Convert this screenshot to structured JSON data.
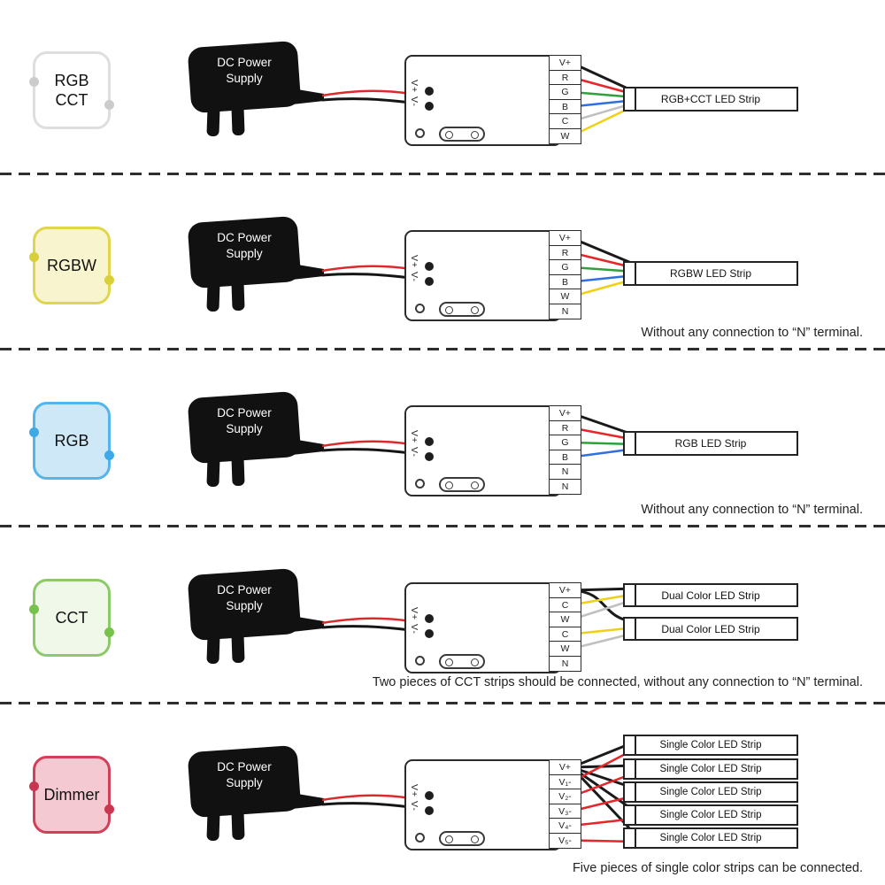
{
  "shared": {
    "psu_label": "DC Power Supply",
    "controller_input_label": "V+ V-"
  },
  "rows": [
    {
      "mode": {
        "label": "RGB\nCCT"
      },
      "icon_colors": {
        "fill": "#ffffff",
        "border": "#dedede",
        "dot": "#cccccc"
      },
      "terminals": [
        "V+",
        "R",
        "G",
        "B",
        "C",
        "W"
      ],
      "strips": [
        {
          "label": "RGB+CCT LED Strip"
        }
      ],
      "wires": [
        {
          "terminal": "V+",
          "color": "#1a1a1a",
          "to": "RGB+CCT LED Strip"
        },
        {
          "terminal": "R",
          "color": "#e5262b",
          "to": "RGB+CCT LED Strip"
        },
        {
          "terminal": "G",
          "color": "#2fa13c",
          "to": "RGB+CCT LED Strip"
        },
        {
          "terminal": "B",
          "color": "#2f6fe0",
          "to": "RGB+CCT LED Strip"
        },
        {
          "terminal": "C",
          "color": "#c0c0c0",
          "to": "RGB+CCT LED Strip"
        },
        {
          "terminal": "W",
          "color": "#eed117",
          "to": "RGB+CCT LED Strip"
        }
      ],
      "note": ""
    },
    {
      "mode": {
        "label": "RGBW"
      },
      "icon_colors": {
        "fill": "#f8f4cd",
        "border": "#e0d64d",
        "dot": "#d9cf3a"
      },
      "terminals": [
        "V+",
        "R",
        "G",
        "B",
        "W",
        "N"
      ],
      "strips": [
        {
          "label": "RGBW LED Strip"
        }
      ],
      "wires": [
        {
          "terminal": "V+",
          "color": "#1a1a1a",
          "to": "RGBW LED Strip"
        },
        {
          "terminal": "R",
          "color": "#e5262b",
          "to": "RGBW LED Strip"
        },
        {
          "terminal": "G",
          "color": "#2fa13c",
          "to": "RGBW LED Strip"
        },
        {
          "terminal": "B",
          "color": "#2f6fe0",
          "to": "RGBW LED Strip"
        },
        {
          "terminal": "W",
          "color": "#eed117",
          "to": "RGBW LED Strip"
        },
        {
          "terminal": "N",
          "color": "none",
          "to": "not connected"
        }
      ],
      "note": "Without any connection to “N” terminal."
    },
    {
      "mode": {
        "label": "RGB"
      },
      "icon_colors": {
        "fill": "#cfe8f8",
        "border": "#55b4e9",
        "dot": "#3ea9e7"
      },
      "terminals": [
        "V+",
        "R",
        "G",
        "B",
        "N",
        "N"
      ],
      "strips": [
        {
          "label": "RGB LED Strip"
        }
      ],
      "wires": [
        {
          "terminal": "V+",
          "color": "#1a1a1a",
          "to": "RGB LED Strip"
        },
        {
          "terminal": "R",
          "color": "#e5262b",
          "to": "RGB LED Strip"
        },
        {
          "terminal": "G",
          "color": "#2fa13c",
          "to": "RGB LED Strip"
        },
        {
          "terminal": "B",
          "color": "#2f6fe0",
          "to": "RGB LED Strip"
        },
        {
          "terminal": "N",
          "color": "none",
          "to": "not connected"
        },
        {
          "terminal": "N",
          "color": "none",
          "to": "not connected"
        }
      ],
      "note": "Without any connection to “N” terminal."
    },
    {
      "mode": {
        "label": "CCT"
      },
      "icon_colors": {
        "fill": "#f0f8ea",
        "border": "#8cc968",
        "dot": "#77c24c"
      },
      "terminals": [
        "V+",
        "C",
        "W",
        "C",
        "W",
        "N"
      ],
      "strips": [
        {
          "label": "Dual Color LED Strip"
        },
        {
          "label": "Dual Color LED Strip"
        }
      ],
      "wires": [
        {
          "terminal": "V+",
          "color": "#1a1a1a",
          "to": "both Dual Color LED Strips"
        },
        {
          "terminal": "C",
          "color": "#eed117",
          "to": "Dual Color LED Strip 1"
        },
        {
          "terminal": "W",
          "color": "#c0c0c0",
          "to": "Dual Color LED Strip 1"
        },
        {
          "terminal": "C",
          "color": "#eed117",
          "to": "Dual Color LED Strip 2"
        },
        {
          "terminal": "W",
          "color": "#c0c0c0",
          "to": "Dual Color LED Strip 2"
        },
        {
          "terminal": "N",
          "color": "none",
          "to": "not connected"
        }
      ],
      "note": "Two pieces of CCT strips should be connected, without any connection to “N” terminal."
    },
    {
      "mode": {
        "label": "Dimmer"
      },
      "icon_colors": {
        "fill": "#f5c9d2",
        "border": "#d04058",
        "dot": "#c93650"
      },
      "terminals": [
        "V+",
        "V₁-",
        "V₂-",
        "V₃-",
        "V₄-",
        "V₅-"
      ],
      "strips": [
        {
          "label": "Single Color LED Strip"
        },
        {
          "label": "Single Color LED Strip"
        },
        {
          "label": "Single Color LED Strip"
        },
        {
          "label": "Single Color LED Strip"
        },
        {
          "label": "Single Color LED Strip"
        }
      ],
      "wires": [
        {
          "terminal": "V+",
          "color": "#1a1a1a",
          "to": "all five Single Color LED Strips"
        },
        {
          "terminal": "V₁-",
          "color": "#e5262b",
          "to": "Single Color LED Strip 1"
        },
        {
          "terminal": "V₂-",
          "color": "#e5262b",
          "to": "Single Color LED Strip 2"
        },
        {
          "terminal": "V₃-",
          "color": "#e5262b",
          "to": "Single Color LED Strip 3"
        },
        {
          "terminal": "V₄-",
          "color": "#e5262b",
          "to": "Single Color LED Strip 4"
        },
        {
          "terminal": "V₅-",
          "color": "#e5262b",
          "to": "Single Color LED Strip 5"
        }
      ],
      "note": "Five pieces of single color strips can be connected."
    }
  ]
}
